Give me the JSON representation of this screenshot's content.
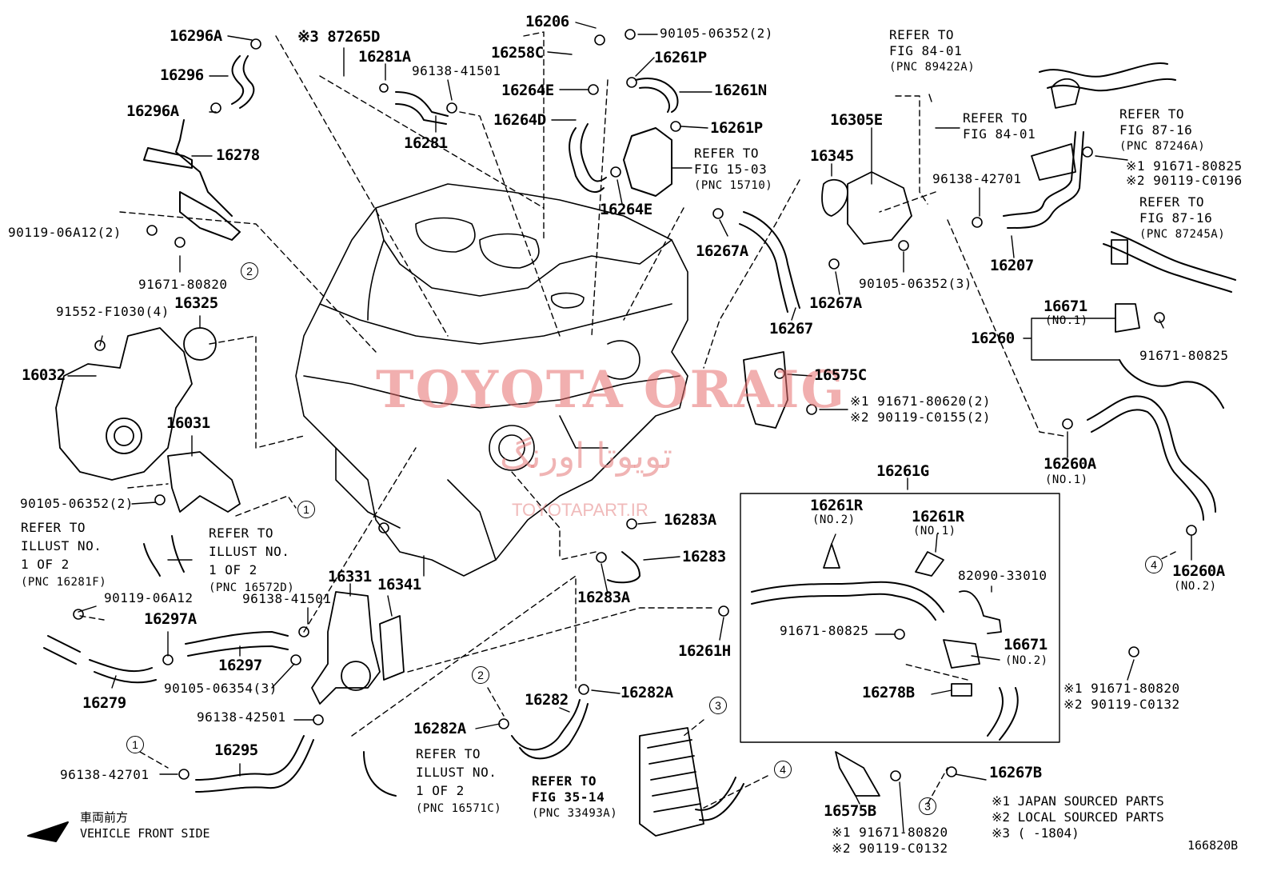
{
  "watermark": {
    "main": "TOYOTA ORAIG",
    "persian": "تویوتا اورنگ",
    "site": "TOYOTAPART.IR"
  },
  "parts": [
    {
      "id": "p1",
      "text": "16296A"
    },
    {
      "id": "p2",
      "text": "16296"
    },
    {
      "id": "p3",
      "text": "16296A"
    },
    {
      "id": "p4",
      "text": "16278"
    },
    {
      "id": "p5",
      "text": "90119-06A12(2)"
    },
    {
      "id": "p6",
      "text": "91671-80820"
    },
    {
      "id": "p7",
      "text": "91552-F1030(4)"
    },
    {
      "id": "p8",
      "text": "16325"
    },
    {
      "id": "p9",
      "text": "16032"
    },
    {
      "id": "p10",
      "text": "16031"
    },
    {
      "id": "p11",
      "text": "90105-06352(2)"
    },
    {
      "id": "p12",
      "text": "※3 87265D"
    },
    {
      "id": "p13",
      "text": "16281A"
    },
    {
      "id": "p14",
      "text": "96138-41501"
    },
    {
      "id": "p15",
      "text": "16281"
    },
    {
      "id": "p16",
      "text": "16206"
    },
    {
      "id": "p17",
      "text": "16258C"
    },
    {
      "id": "p18",
      "text": "16264E"
    },
    {
      "id": "p19",
      "text": "16264D"
    },
    {
      "id": "p20",
      "text": "90105-06352(2)"
    },
    {
      "id": "p21",
      "text": "16261P"
    },
    {
      "id": "p22",
      "text": "16261N"
    },
    {
      "id": "p23",
      "text": "16261P"
    },
    {
      "id": "p24",
      "text": "16264E"
    },
    {
      "id": "p25",
      "text": "16305E"
    },
    {
      "id": "p26",
      "text": "16345"
    },
    {
      "id": "p27",
      "text": "16267A"
    },
    {
      "id": "p28",
      "text": "16267A"
    },
    {
      "id": "p29",
      "text": "16267"
    },
    {
      "id": "p30",
      "text": "90105-06352(3)"
    },
    {
      "id": "p31",
      "text": "96138-42701"
    },
    {
      "id": "p32",
      "text": "16207"
    },
    {
      "id": "p33",
      "text": "※1 91671-80825"
    },
    {
      "id": "p34",
      "text": "※2 90119-C0196"
    },
    {
      "id": "p35",
      "text": "16671"
    },
    {
      "id": "p36",
      "text": "(NO.1)"
    },
    {
      "id": "p37",
      "text": "16260"
    },
    {
      "id": "p38",
      "text": "91671-80825"
    },
    {
      "id": "p39",
      "text": "16575C"
    },
    {
      "id": "p40",
      "text": "※1 91671-80620(2)"
    },
    {
      "id": "p41",
      "text": "※2 90119-C0155(2)"
    },
    {
      "id": "p42",
      "text": "16260A"
    },
    {
      "id": "p43",
      "text": "(NO.1)"
    },
    {
      "id": "p44",
      "text": "16260A"
    },
    {
      "id": "p45",
      "text": "(NO.2)"
    },
    {
      "id": "p46",
      "text": "16261G"
    },
    {
      "id": "p47",
      "text": "16261R"
    },
    {
      "id": "p48",
      "text": "(NO.2)"
    },
    {
      "id": "p49",
      "text": "16261R"
    },
    {
      "id": "p50",
      "text": "(NO.1)"
    },
    {
      "id": "p51",
      "text": "82090-33010"
    },
    {
      "id": "p52",
      "text": "91671-80825"
    },
    {
      "id": "p53",
      "text": "16671"
    },
    {
      "id": "p54",
      "text": "(NO.2)"
    },
    {
      "id": "p55",
      "text": "16278B"
    },
    {
      "id": "p56",
      "text": "※1 91671-80820"
    },
    {
      "id": "p57",
      "text": "※2 90119-C0132"
    },
    {
      "id": "p58",
      "text": "16267B"
    },
    {
      "id": "p59",
      "text": "16575B"
    },
    {
      "id": "p60",
      "text": "※1 91671-80820"
    },
    {
      "id": "p61",
      "text": "※2 90119-C0132"
    },
    {
      "id": "p62",
      "text": "16283A"
    },
    {
      "id": "p63",
      "text": "16283"
    },
    {
      "id": "p64",
      "text": "16283A"
    },
    {
      "id": "p65",
      "text": "16261H"
    },
    {
      "id": "p66",
      "text": "16331"
    },
    {
      "id": "p67",
      "text": "16341"
    },
    {
      "id": "p68",
      "text": "96138-41501"
    },
    {
      "id": "p69",
      "text": "16297"
    },
    {
      "id": "p70",
      "text": "90105-06354(3)"
    },
    {
      "id": "p71",
      "text": "90119-06A12"
    },
    {
      "id": "p72",
      "text": "16297A"
    },
    {
      "id": "p73",
      "text": "16279"
    },
    {
      "id": "p74",
      "text": "96138-42501"
    },
    {
      "id": "p75",
      "text": "16295"
    },
    {
      "id": "p76",
      "text": "96138-42701"
    },
    {
      "id": "p77",
      "text": "16282"
    },
    {
      "id": "p78",
      "text": "16282A"
    },
    {
      "id": "p79",
      "text": "16282A"
    }
  ],
  "references": [
    {
      "id": "r1",
      "lines": [
        "REFER TO",
        "FIG 84-01",
        "(PNC 89422A)"
      ]
    },
    {
      "id": "r2",
      "lines": [
        "REFER TO",
        "FIG 84-01"
      ]
    },
    {
      "id": "r3",
      "lines": [
        "REFER TO",
        "FIG 87-16",
        "(PNC 87246A)"
      ]
    },
    {
      "id": "r4",
      "lines": [
        "REFER TO",
        "FIG 87-16",
        "(PNC 87245A)"
      ]
    },
    {
      "id": "r5",
      "lines": [
        "REFER TO",
        "FIG 15-03",
        "(PNC 15710)"
      ]
    },
    {
      "id": "r6",
      "lines": [
        "REFER TO",
        "ILLUST NO.",
        "1 OF 2",
        "(PNC 16281F)"
      ]
    },
    {
      "id": "r7",
      "lines": [
        "REFER TO",
        "ILLUST NO.",
        "1 OF 2",
        "(PNC 16572D)"
      ]
    },
    {
      "id": "r8",
      "lines": [
        "REFER TO",
        "ILLUST NO.",
        "1 OF 2",
        "(PNC 16571C)"
      ]
    },
    {
      "id": "r9",
      "lines": [
        "REFER TO",
        "FIG 35-14",
        "(PNC 33493A)"
      ]
    }
  ],
  "callouts": [
    "1",
    "1",
    "2",
    "2",
    "3",
    "3",
    "4",
    "4"
  ],
  "notes": [
    "※1  JAPAN SOURCED PARTS",
    "※2  LOCAL SOURCED PARTS",
    "※3 (      -1804)"
  ],
  "direction": {
    "japanese": "車両前方",
    "english": "VEHICLE FRONT SIDE"
  },
  "figure_number": "166820B"
}
